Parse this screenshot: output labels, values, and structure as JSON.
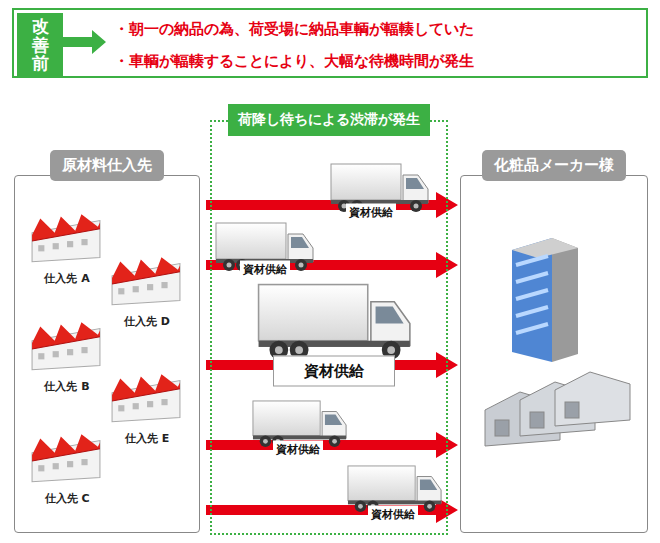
{
  "diagram": {
    "nodes": [
      {
        "text": [
          "・朝一の納品の為、荷受場に納品車輌が輻輳していた",
          "・車輌が輻輳することにより、大幅な待機時間が発生"
        ]
      },
      {
        "text": [
          "改善前"
        ],
        "in": 0
      },
      {
        "text": [
          "原材料仕入先"
        ]
      },
      {
        "text": [
          "仕入先 A"
        ],
        "in": 2
      },
      {
        "text": [
          "仕入先 D"
        ],
        "in": 2
      },
      {
        "text": [
          "仕入先 B"
        ],
        "in": 2
      },
      {
        "text": [
          "仕入先 E"
        ],
        "in": 2
      },
      {
        "text": [
          "仕入先 C"
        ],
        "in": 2
      },
      {
        "text": [
          "荷降し待ちによる渋滞が発生"
        ]
      },
      {
        "text": [
          "化粧品メーカー様"
        ]
      }
    ],
    "edges": [
      {
        "from": 2,
        "to": 9,
        "arrow": "to",
        "label": "資材供給"
      },
      {
        "from": 2,
        "to": 9,
        "arrow": "to",
        "label": "資材供給"
      },
      {
        "from": 2,
        "to": 9,
        "arrow": "to",
        "label": "資材供給"
      },
      {
        "from": 2,
        "to": 9,
        "arrow": "to",
        "label": "資材供給"
      },
      {
        "from": 2,
        "to": 9,
        "arrow": "to",
        "label": "資材供給"
      }
    ]
  }
}
